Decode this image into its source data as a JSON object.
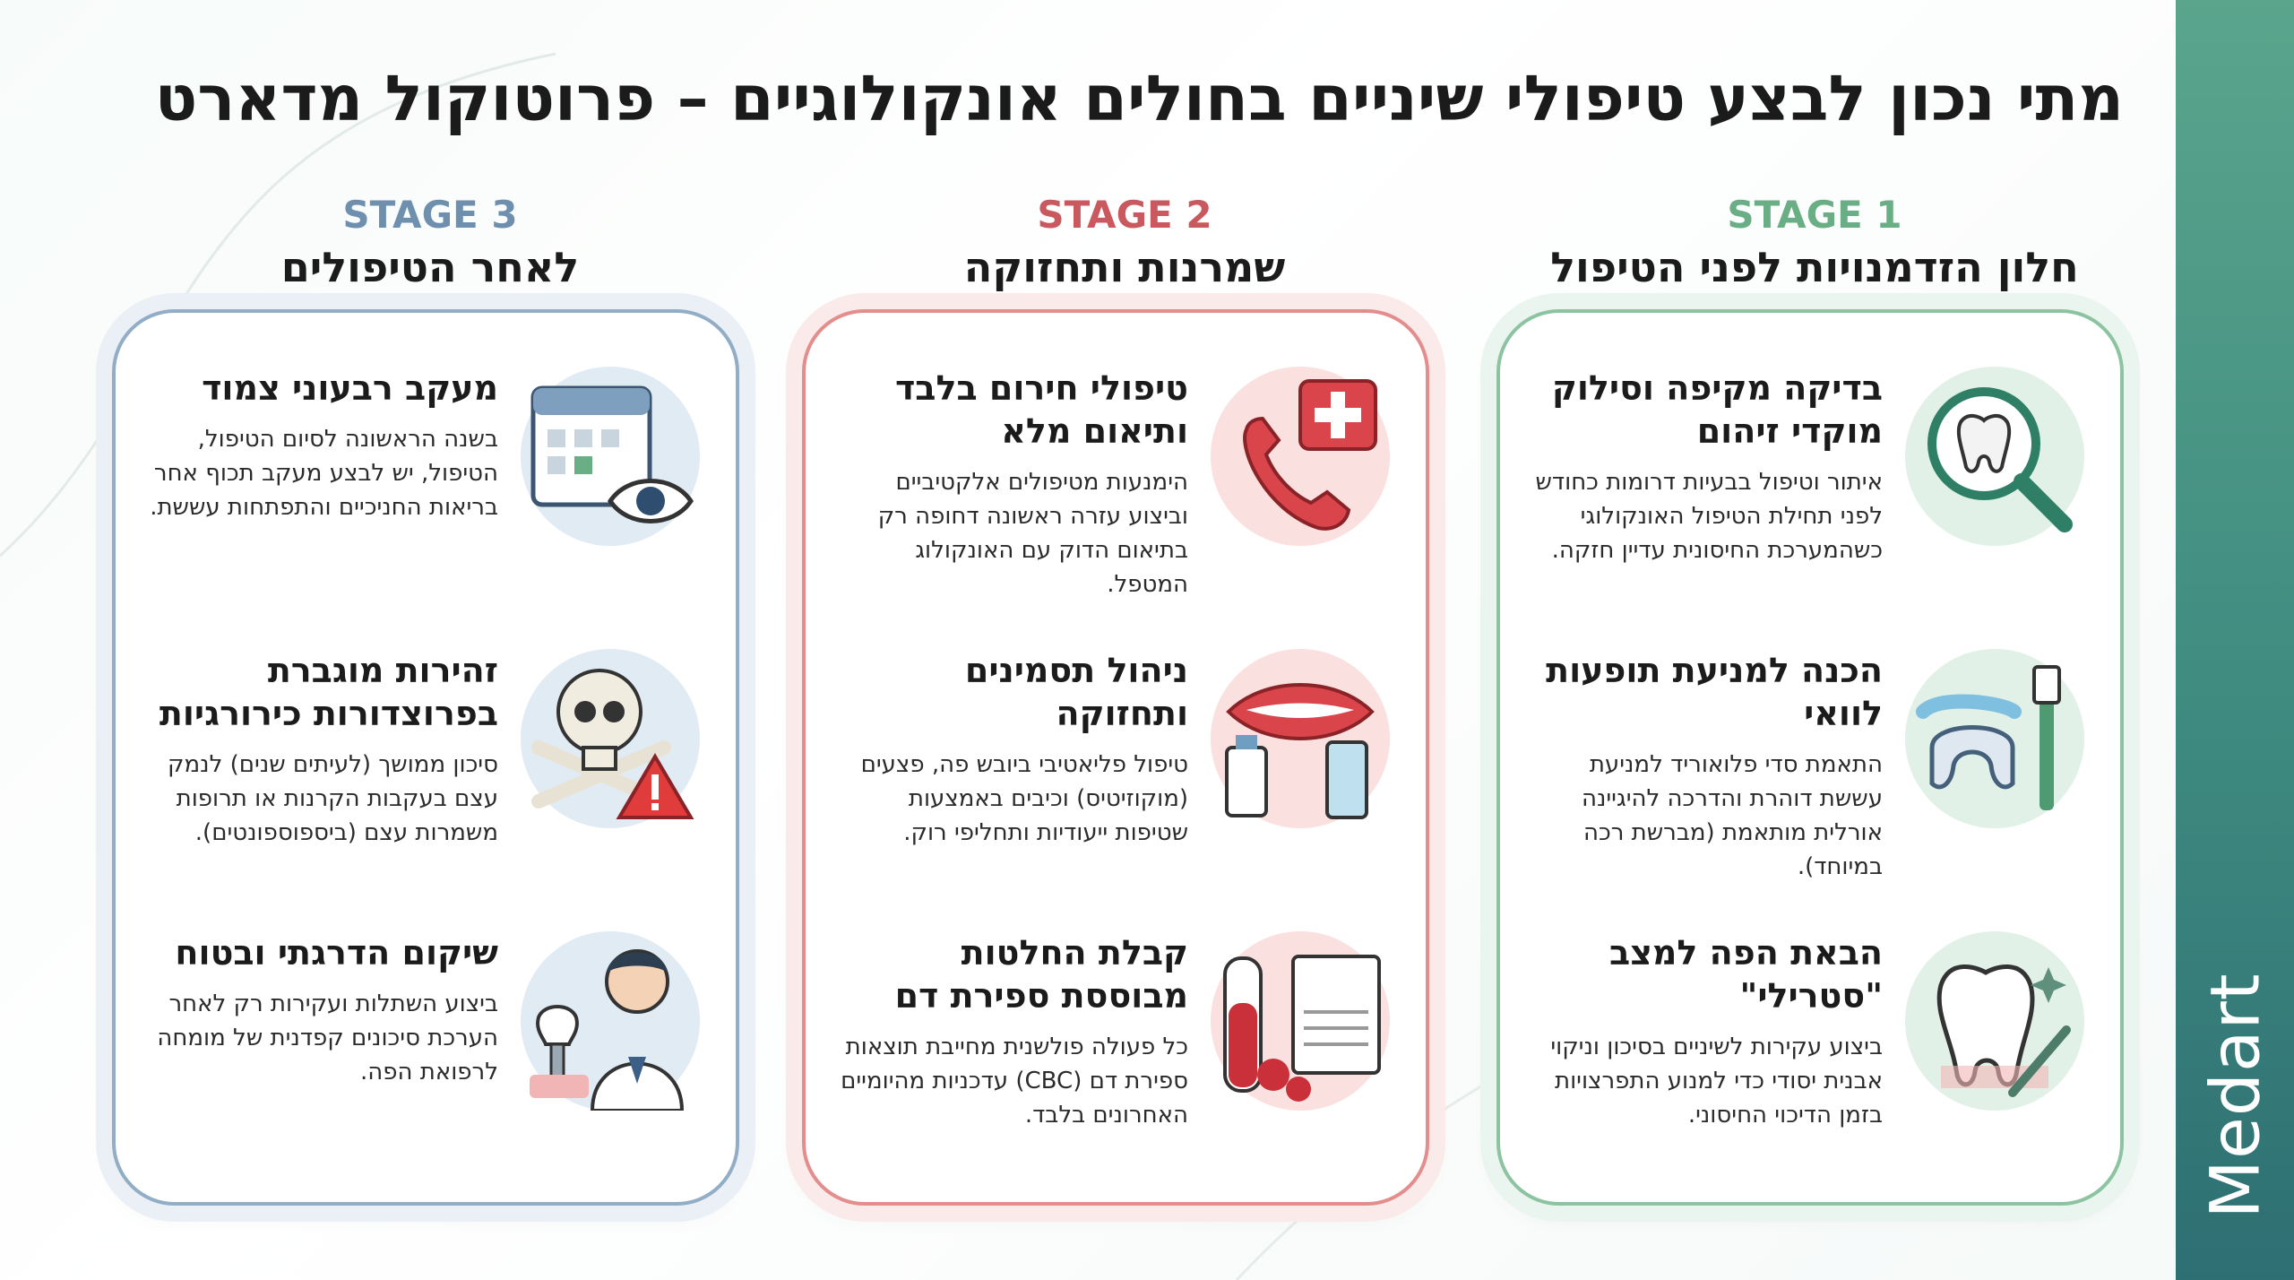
{
  "title": "מתי נכון לבצע טיפולי שיניים בחולים אונקולוגיים – פרוטוקול מדארט",
  "brand": "Medart",
  "colors": {
    "green": "#6aae86",
    "red": "#c9595e",
    "blue": "#6e8fae",
    "band": "#3f8b80"
  },
  "stages": [
    {
      "tag": "STAGE 1",
      "name": "חלון הזדמנויות לפני הטיפול",
      "items": [
        {
          "icon": "tooth-magnifier-icon",
          "title": "בדיקה מקיפה וסילוק מוקדי זיהום",
          "text": "איתור וטיפול בבעיות דרומות כחודש לפני תחילת הטיפול האונקולוגי כשהמערכת החיסונית עדיין חזקה."
        },
        {
          "icon": "toothbrush-mouthguard-icon",
          "title": "הכנה למניעת תופעות לוואי",
          "text": "התאמת סדי פלואוריד למניעת עששת דוהרת והדרכה להיגיינה אורלית מותאמת (מברשת רכה במיוחד)."
        },
        {
          "icon": "clean-tooth-scaler-icon",
          "title": "הבאת הפה למצב \"סטרילי\"",
          "text": "ביצוע עקירות לשיניים בסיכון וניקוי אבנית יסודי כדי למנוע התפרצויות בזמן הדיכוי החיסוני."
        }
      ]
    },
    {
      "tag": "STAGE 2",
      "name": "שמרנות ותחזוקה",
      "items": [
        {
          "icon": "emergency-phone-icon",
          "title": "טיפולי חירום בלבד ותיאום מלא",
          "text": "הימנעות מטיפולים אלקטיביים וביצוע עזרה ראשונה דחופה רק בתיאום הדוק עם האונקולוג המטפל."
        },
        {
          "icon": "mouth-medication-icon",
          "title": "ניהול תסמינים ותחזוקה",
          "text": "טיפול פליאטיבי ביובש פה, פצעים (מוקוזיטיס) וכיבים באמצעות שטיפות ייעודיות ותחליפי רוק."
        },
        {
          "icon": "blood-test-cbc-icon",
          "title": "קבלת החלטות מבוססת ספירת דם",
          "text": "כל פעולה פולשנית מחייבת תוצאות ספירת דם (CBC) עדכניות מהיומיים האחרונים בלבד."
        }
      ]
    },
    {
      "tag": "STAGE 3",
      "name": "לאחר הטיפולים",
      "items": [
        {
          "icon": "calendar-eye-icon",
          "title": "מעקב רבעוני צמוד",
          "text": "בשנה הראשונה לסיום הטיפול, הטיפול, יש לבצע מעקב תכוף אחר בריאות החניכיים והתפתחות עששת."
        },
        {
          "icon": "skull-warning-icon",
          "title": "זהירות מוגברת בפרוצדורות כירורגיות",
          "text": "סיכון ממושך (לעיתים שנים) לנמק עצם בעקבות הקרנות או תרופות משמרות עצם (ביספוספונטים)."
        },
        {
          "icon": "dentist-implant-icon",
          "title": "שיקום הדרגתי ובטוח",
          "text": "ביצוע השתלות ועקירות רק לאחר הערכת סיכונים קפדנית של מומחה לרפואת הפה."
        }
      ]
    }
  ]
}
